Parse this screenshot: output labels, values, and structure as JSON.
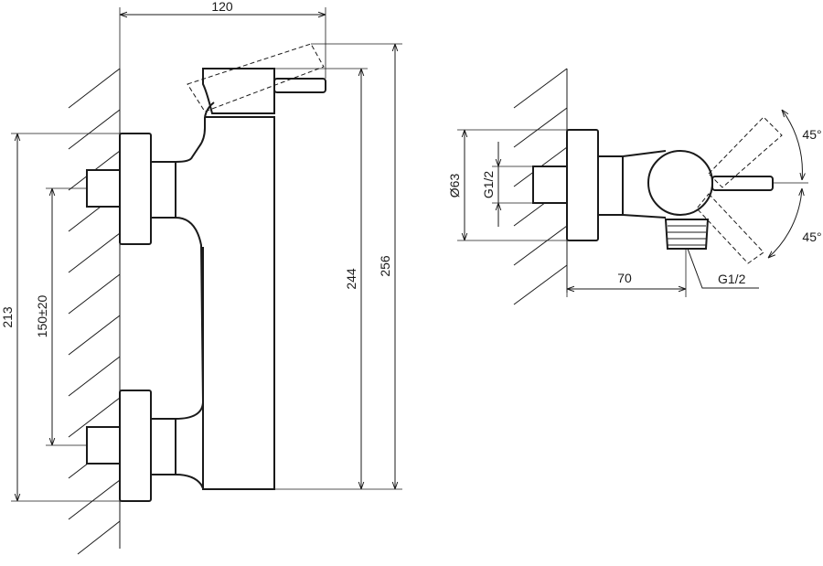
{
  "dimensions": {
    "width_120": "120",
    "height_256": "256",
    "height_244": "244",
    "height_213": "213",
    "spacing_150": "150±20",
    "diameter_63": "Ø63",
    "thread_side": "G1/2",
    "depth_70": "70",
    "thread_bottom": "G1/2",
    "angle_up": "45°",
    "angle_down": "45°"
  }
}
